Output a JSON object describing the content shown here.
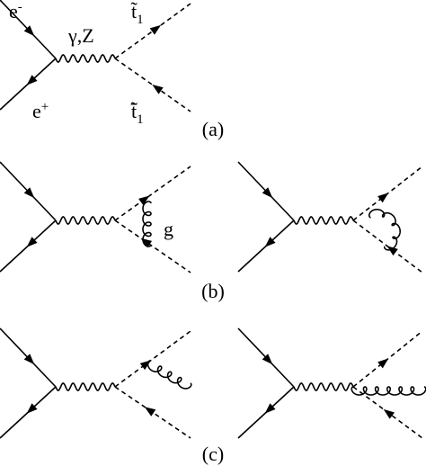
{
  "figure": {
    "labels": {
      "electron": "e",
      "electron_sup": "-",
      "positron": "e",
      "positron_sup": "+",
      "boson": "γ,Z",
      "stop": "t̃",
      "stop_sub": "1",
      "antistop": "t̄̃",
      "antistop_sub": "1",
      "gluon": "g"
    },
    "panels": [
      {
        "id": "a",
        "caption": "(a)"
      },
      {
        "id": "b",
        "caption": "(b)"
      },
      {
        "id": "c",
        "caption": "(c)"
      }
    ]
  }
}
